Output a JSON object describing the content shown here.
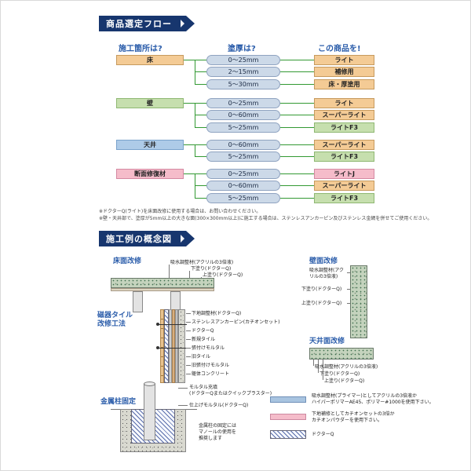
{
  "colors": {
    "header_navy": "#17366e",
    "heading_blue": "#2a5caa",
    "connector_green": "#339933",
    "tan": "#f4cb95",
    "green": "#c6dfae",
    "blue": "#aecbe8",
    "pink": "#f5bcca",
    "pill_blue": "#ccd9e8"
  },
  "flow_section": {
    "title": "商品選定フロー",
    "col_headers": [
      "施工箇所は?",
      "塗厚は?",
      "この商品を!"
    ],
    "rows": [
      {
        "location": "床",
        "branches": [
          {
            "thickness": "0〜25mm",
            "product": "ライト"
          },
          {
            "thickness": "2〜15mm",
            "product": "補修用"
          },
          {
            "thickness": "5〜30mm",
            "product": "床・厚塗用"
          }
        ]
      },
      {
        "location": "壁",
        "branches": [
          {
            "thickness": "0〜25mm",
            "product": "ライト"
          },
          {
            "thickness": "0〜60mm",
            "product": "スーパーライト"
          },
          {
            "thickness": "5〜25mm",
            "product": "ライトF3"
          }
        ]
      },
      {
        "location": "天井",
        "branches": [
          {
            "thickness": "0〜60mm",
            "product": "スーパーライト"
          },
          {
            "thickness": "5〜25mm",
            "product": "ライトF3"
          }
        ]
      },
      {
        "location": "断面修復材",
        "branches": [
          {
            "thickness": "0〜25mm",
            "product": "ライトJ"
          },
          {
            "thickness": "0〜60mm",
            "product": "スーパーライト"
          },
          {
            "thickness": "5〜25mm",
            "product": "ライトF3"
          }
        ]
      }
    ],
    "notes": [
      "※ドクターQ(ライト)を床面改修に使用する場合は、お問い合わせください。",
      "※壁・天井部で、塗厚が5mm以上の大きな面(300×300mm以上)に施工する場合は、ステンレスアンカーピン及びステンレス金網を併せてご使用ください。"
    ]
  },
  "concept_section": {
    "title": "施工例の概念図",
    "floor": {
      "title": "床面改修",
      "labels": [
        "吸水調整材(アクリルの3倍液)",
        "下塗り(ドクターQ)",
        "上塗り(ドクターQ)"
      ]
    },
    "wall": {
      "title": "壁面改修",
      "labels": [
        "吸水調整材(アクリルの3倍液)",
        "下塗り(ドクターQ)",
        "上塗り(ドクターQ)"
      ]
    },
    "tile": {
      "title": "磁器タイル\n改修工法",
      "labels": [
        "下地調整材(ドクターQ)",
        "ステンレスアンカーピン(カチオンセット)",
        "ドクターQ",
        "新規タイル",
        "張付けモルタル",
        "旧タイル",
        "旧張付けモルタル",
        "躯体コンクリート"
      ]
    },
    "ceiling": {
      "title": "天井面改修",
      "labels": [
        "吸水調整材(アクリルの3倍液)",
        "下塗り(ドクターQ)",
        "上塗り(ドクターQ)"
      ]
    },
    "pillar": {
      "title": "金属柱固定",
      "labels": [
        "モルタル充填\n(ドクターQまたはクイックプラスター)",
        "仕上げモルタル(ドクターQ)"
      ],
      "note": "金属柱の固定には\nマノールの使用を\n推奨します"
    },
    "legend": [
      {
        "swatch": "blue",
        "text": "吸水調整材(プライマー)としてアクリルの3倍液か\nハイパーポリマーAE45、ポリマー#1000を使用下さい。"
      },
      {
        "swatch": "pink",
        "text": "下地補修としてカチオンセットの3倍か\nカチオンパウダーを使用下さい。"
      },
      {
        "swatch": "hatch",
        "text": "ドクターQ"
      }
    ]
  }
}
